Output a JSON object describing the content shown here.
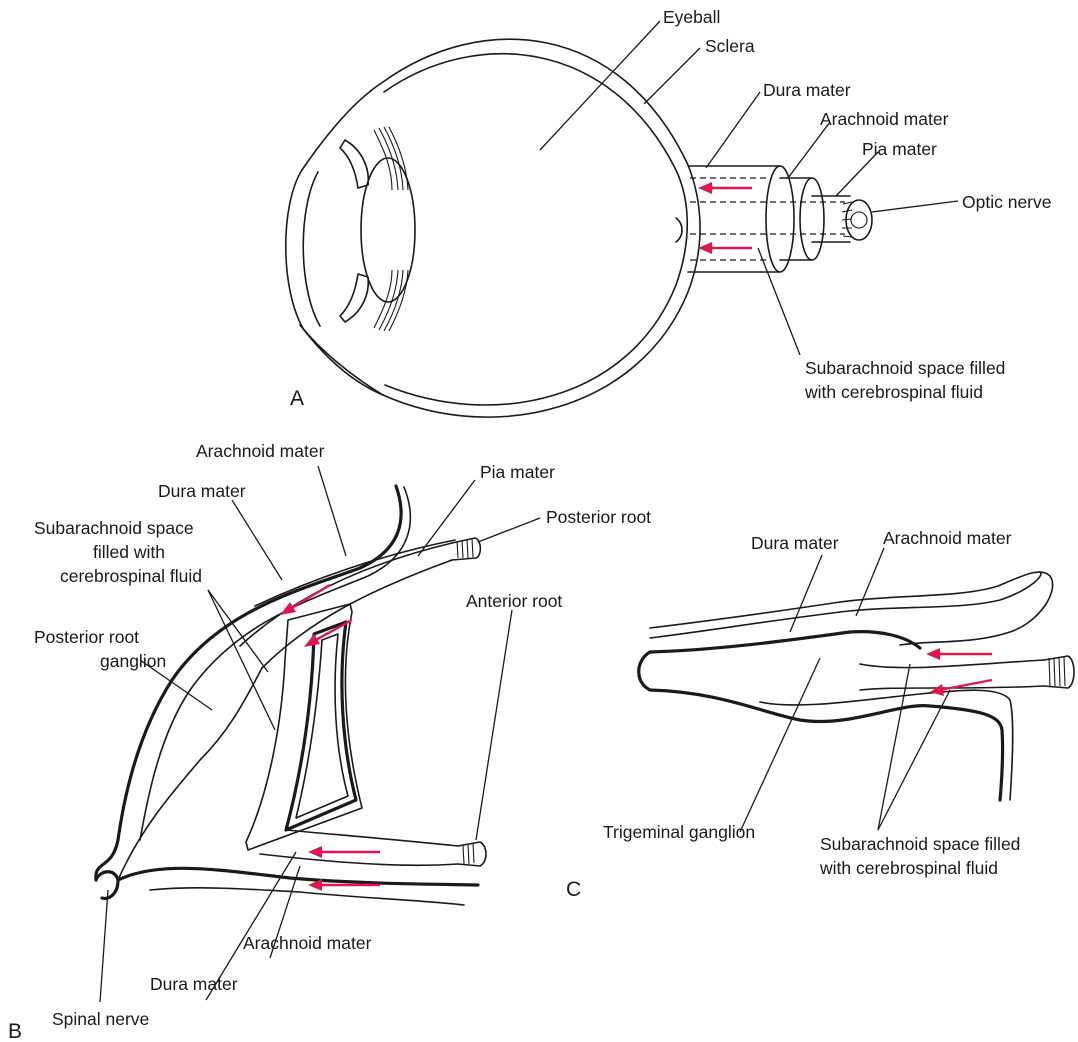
{
  "panel_a": {
    "letter": "A",
    "labels": {
      "eyeball": "Eyeball",
      "sclera": "Sclera",
      "dura": "Dura mater",
      "arachnoid": "Arachnoid mater",
      "pia": "Pia mater",
      "optic_nerve": "Optic nerve",
      "subarachnoid_line1": "Subarachnoid space filled",
      "subarachnoid_line2": "with cerebrospinal fluid"
    }
  },
  "panel_b": {
    "letter": "B",
    "labels": {
      "arachnoid_top": "Arachnoid mater",
      "pia": "Pia mater",
      "dura_top": "Dura mater",
      "posterior_root": "Posterior root",
      "subarachnoid_line1": "Subarachnoid space",
      "subarachnoid_line2": "filled with",
      "subarachnoid_line3": "cerebrospinal fluid",
      "ganglion_line1": "Posterior root",
      "ganglion_line2": "ganglion",
      "anterior_root": "Anterior root",
      "arachnoid_bottom": "Arachnoid mater",
      "dura_bottom": "Dura mater",
      "spinal_nerve": "Spinal nerve"
    }
  },
  "panel_c": {
    "letter": "C",
    "labels": {
      "dura": "Dura mater",
      "arachnoid": "Arachnoid mater",
      "trigeminal_ganglion": "Trigeminal ganglion",
      "subarachnoid_line1": "Subarachnoid space filled",
      "subarachnoid_line2": "with cerebrospinal fluid"
    }
  },
  "colors": {
    "csf_arrow": "#e3154f",
    "ink": "#1a1a1a",
    "background": "#ffffff"
  }
}
